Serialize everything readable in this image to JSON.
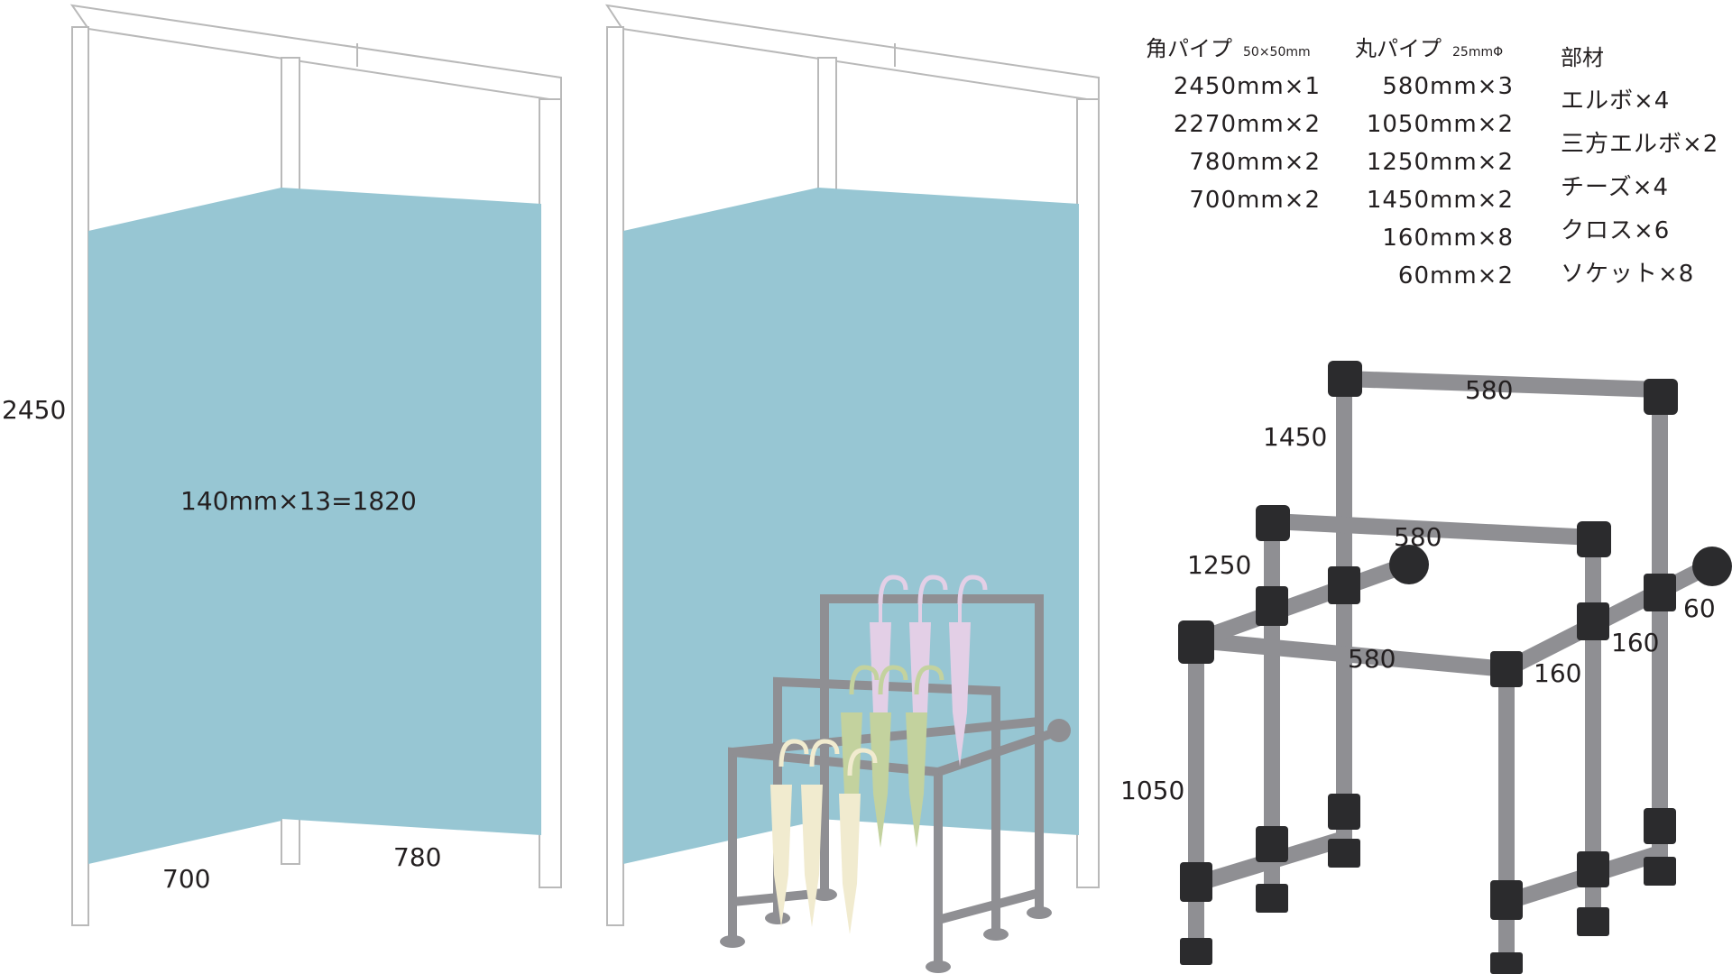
{
  "colors": {
    "panel": "#97c6d3",
    "pipe": "#8f8f93",
    "joint": "#2b2b2d",
    "frame_stroke": "#b9b9b9",
    "umbrella_pink": "#e3cfe6",
    "umbrella_green": "#c3d29e",
    "umbrella_cream": "#f1ebcf"
  },
  "left_drawing": {
    "height_label": "2450",
    "panel_label": "140mm×13=1820",
    "width_left_label": "700",
    "width_right_label": "780"
  },
  "materials": {
    "square_pipe": {
      "title": "角パイプ",
      "size": "50×50mm",
      "items": [
        "2450mm×1",
        "2270mm×2",
        "780mm×2",
        "700mm×2"
      ]
    },
    "round_pipe": {
      "title": "丸パイプ",
      "size": "25mmΦ",
      "items": [
        "580mm×3",
        "1050mm×2",
        "1250mm×2",
        "1450mm×2",
        "160mm×8",
        "60mm×2"
      ]
    },
    "parts": {
      "title": "部材",
      "items": [
        "エルボ×4",
        "三方エルボ×2",
        "チーズ×4",
        "クロス×6",
        "ソケット×8"
      ]
    }
  },
  "rack_dims": {
    "h1450": "1450",
    "h1250": "1250",
    "h1050": "1050",
    "w580_top": "580",
    "w580_mid": "580",
    "w580_low": "580",
    "d160_a": "160",
    "d160_b": "160",
    "d60": "60"
  }
}
